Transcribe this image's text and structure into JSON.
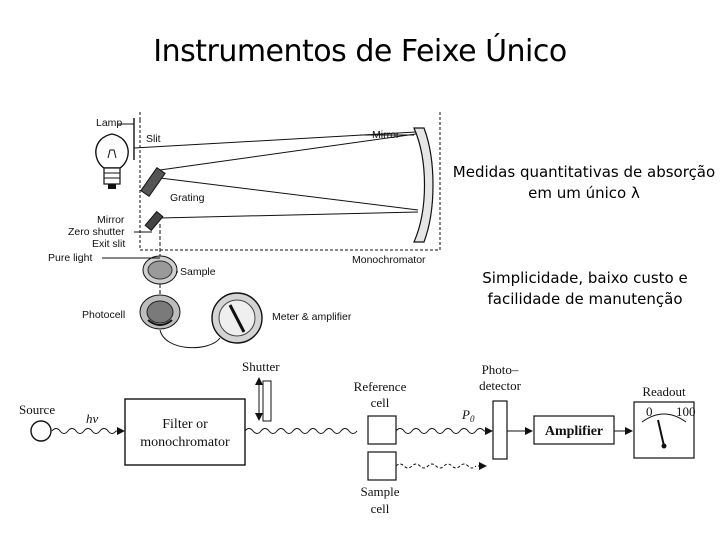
{
  "title": "Instrumentos de Feixe Único",
  "notes": {
    "first": "Medidas quantitativas de absorção em um único λ",
    "second": "Simplicidade, baixo custo e facilidade de manutenção"
  },
  "upper_diagram": {
    "labels": {
      "lamp": "Lamp",
      "slit": "Slit",
      "mirror_top": "Mirror",
      "grating": "Grating",
      "mirror": "Mirror",
      "zero_shutter": "Zero shutter",
      "exit_slit": "Exit slit",
      "pure_light": "Pure light",
      "monochromator": "Monochromator",
      "sample": "Sample",
      "photocell": "Photocell",
      "meter_amplifier": "Meter & amplifier"
    }
  },
  "lower_diagram": {
    "labels": {
      "source": "Source",
      "hv": "hν",
      "filter_line1": "Filter or",
      "filter_line2": "monochromator",
      "shutter": "Shutter",
      "reference_line1": "Reference",
      "reference_line2": "cell",
      "p0": "P",
      "p0_sub": "0",
      "photo_line1": "Photo–",
      "photo_line2": "detector",
      "amplifier": "Amplifier",
      "readout": "Readout",
      "scale_min": "0",
      "scale_max": "100",
      "sample_line1": "Sample",
      "sample_line2": "cell"
    }
  }
}
